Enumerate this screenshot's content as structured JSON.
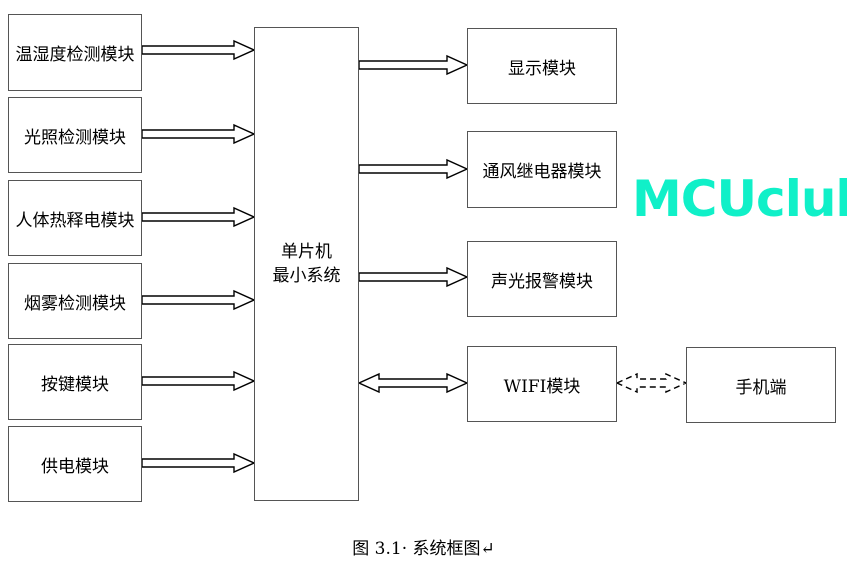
{
  "inputs": [
    "温湿度检测模块",
    "光照检测模块",
    "人体热释电模块",
    "烟雾检测模块",
    "按键模块",
    "供电模块"
  ],
  "mcu": {
    "line1": "单片机",
    "line2": "最小系统"
  },
  "outputs": [
    "显示模块",
    "通风继电器模块",
    "声光报警模块",
    "WIFI模块"
  ],
  "phone": "手机端",
  "caption": "图 3.1· 系统框图↵",
  "watermark": "MCUclub",
  "colors": {
    "watermark": "#10f0c8",
    "border": "#555555"
  }
}
